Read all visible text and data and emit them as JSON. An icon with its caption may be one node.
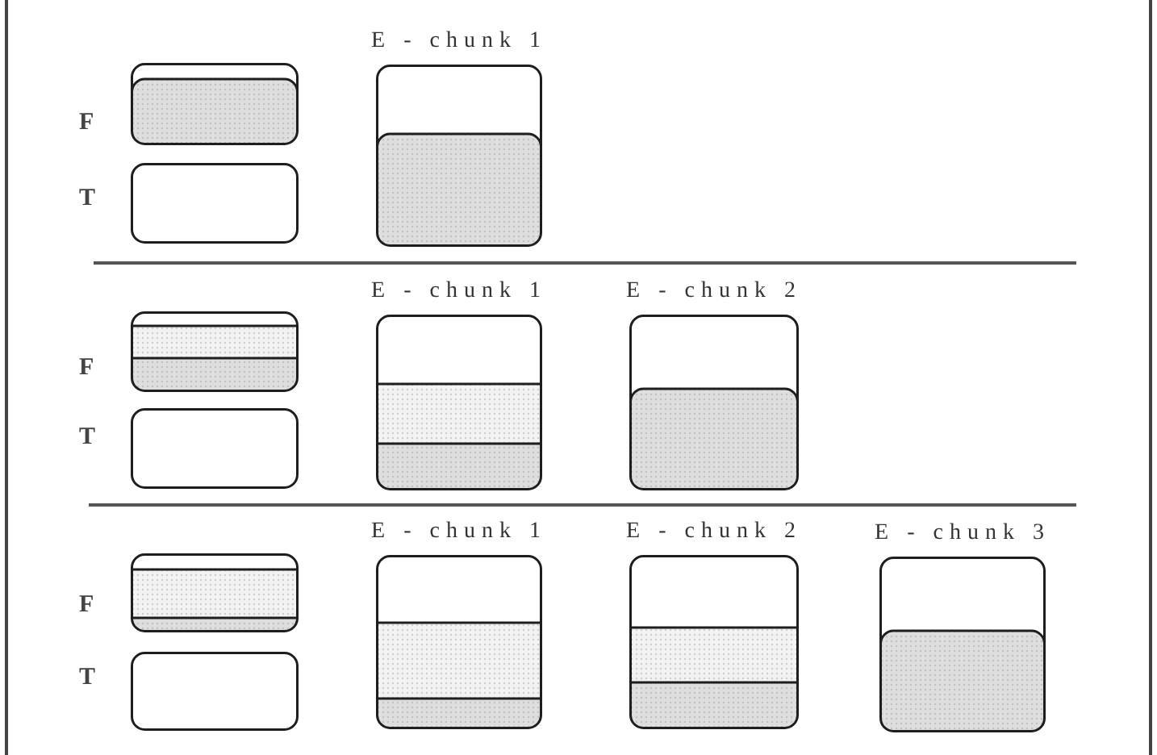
{
  "diagram": {
    "nodes": [
      {
        "text": [],
        "shape": "box",
        "beside": [
          "F"
        ]
      },
      {
        "text": [],
        "shape": "box",
        "beside": [
          "T"
        ]
      },
      {
        "text": [
          "E - chunk 1"
        ]
      },
      {
        "text": [],
        "shape": "box",
        "beside": [
          "F"
        ]
      },
      {
        "text": [],
        "shape": "box",
        "beside": [
          "T"
        ]
      },
      {
        "text": [
          "E - chunk 1"
        ]
      },
      {
        "text": [
          "E - chunk 2"
        ]
      },
      {
        "text": [],
        "shape": "box",
        "beside": [
          "F"
        ]
      },
      {
        "text": [],
        "shape": "box",
        "beside": [
          "T"
        ]
      },
      {
        "text": [
          "E - chunk 1"
        ]
      },
      {
        "text": [
          "E - chunk 2"
        ]
      },
      {
        "text": [
          "E - chunk 3"
        ]
      }
    ]
  }
}
